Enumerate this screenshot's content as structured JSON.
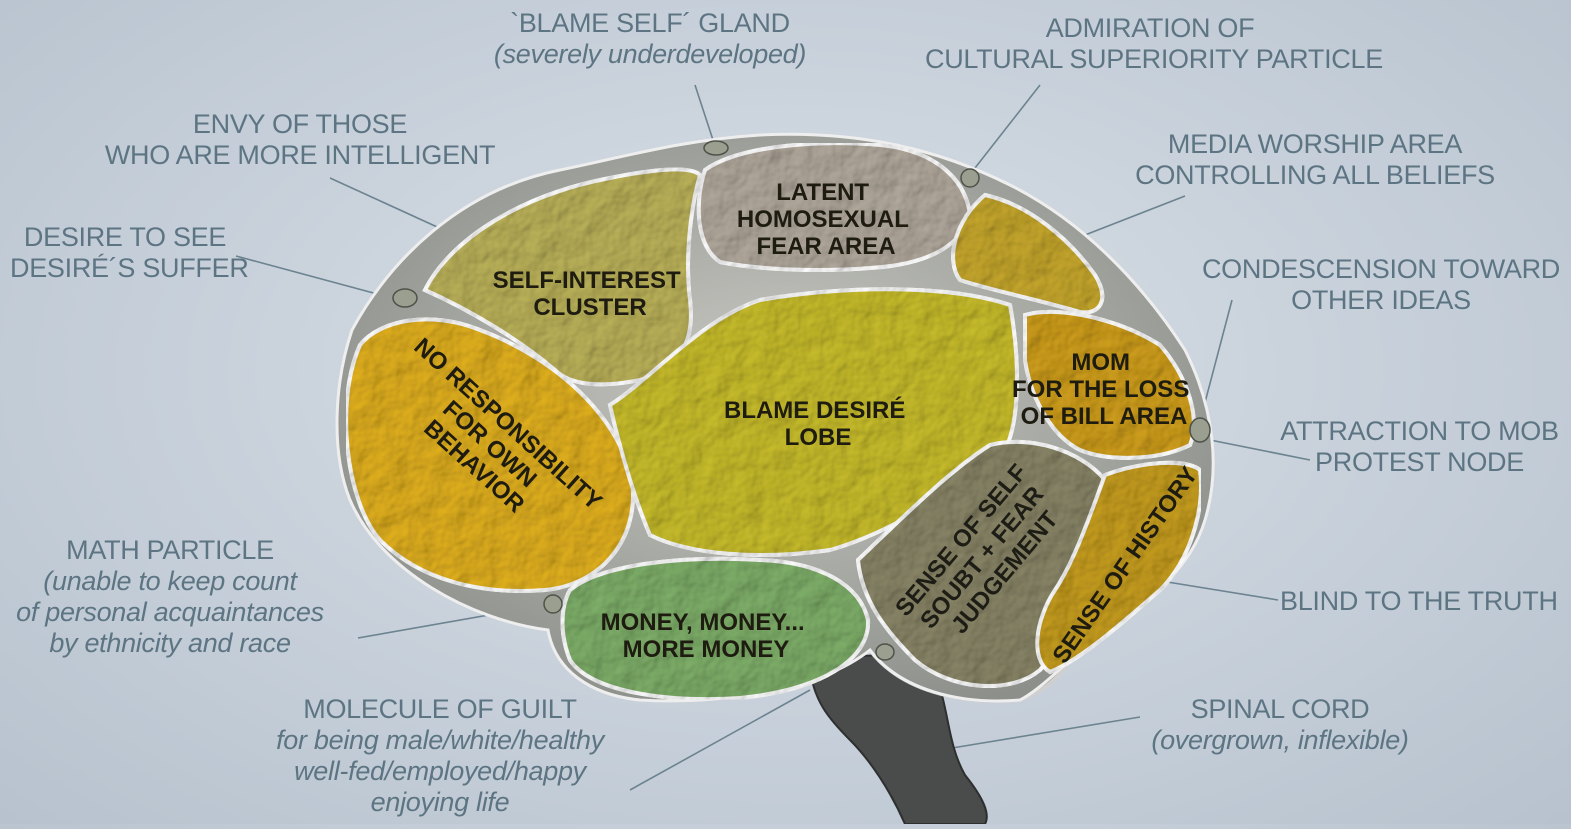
{
  "regions": {
    "self_interest": [
      "SELF-INTEREST",
      "CLUSTER"
    ],
    "latent_fear": [
      "LATENT",
      "HOMOSEXUAL",
      "FEAR AREA"
    ],
    "no_responsibility": [
      "NO RESPONSIBILITY",
      "FOR OWN",
      "BEHAVIOR"
    ],
    "blame_lobe": [
      "BLAME DESIRÉ",
      "LOBE"
    ],
    "mom_loss": [
      "MOM",
      "FOR THE LOSS",
      "OF BILL AREA"
    ],
    "money": [
      "MONEY, MONEY...",
      "MORE MONEY"
    ],
    "self_doubt": [
      "SENSE OF SELF",
      "SOUBT + FEAR",
      "JUDGEMENT"
    ],
    "history": [
      "SENSE OF HISTORY"
    ]
  },
  "callouts": {
    "blame_self_gland": {
      "title": "`BLAME SELF´ GLAND",
      "note": "(severely underdeveloped)"
    },
    "admiration": {
      "lines": [
        "ADMIRATION OF",
        "CULTURAL SUPERIORITY PARTICLE"
      ]
    },
    "envy": {
      "lines": [
        "ENVY OF THOSE",
        "WHO ARE MORE INTELLIGENT"
      ]
    },
    "media": {
      "lines": [
        "MEDIA WORSHIP AREA",
        "CONTROLLING ALL BELIEFS"
      ]
    },
    "desire_suffer": {
      "lines": [
        "DESIRE TO SEE",
        "DESIRÉ´S SUFFER"
      ]
    },
    "condescension": {
      "lines": [
        "CONDESCENSION TOWARD",
        "OTHER IDEAS"
      ]
    },
    "mob": {
      "lines": [
        "ATTRACTION TO MOB",
        "PROTEST NODE"
      ]
    },
    "math": {
      "title": "MATH PARTICLE",
      "notes": [
        "(unable to keep count",
        "of personal acquaintances",
        "by ethnicity and race"
      ]
    },
    "blind": {
      "lines": [
        "BLIND TO THE TRUTH"
      ]
    },
    "guilt": {
      "title": "MOLECULE OF GUILT",
      "notes": [
        "for being male/white/healthy",
        "well-fed/employed/happy",
        "enjoying life"
      ]
    },
    "spinal": {
      "title": "SPINAL CORD",
      "note": "(overgrown, inflexible)"
    }
  }
}
